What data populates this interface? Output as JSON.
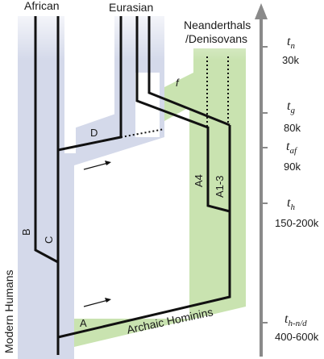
{
  "population_labels": {
    "african": "African",
    "eurasian": "Eurasian",
    "neanderthals_line1": "Neanderthals",
    "neanderthals_line2": "/Denisovans",
    "modern_humans": "Modern Humans",
    "archaic_hominins": "Archaic Hominins"
  },
  "branch_labels": {
    "a": "A",
    "b": "B",
    "c": "C",
    "d": "D",
    "f": "f",
    "a4": "A4",
    "a1_3": "A1-3"
  },
  "time_axis": [
    {
      "symbol": "t",
      "sub": "n",
      "value": "30k"
    },
    {
      "symbol": "t",
      "sub": "g",
      "value": "80k"
    },
    {
      "symbol": "t",
      "sub": "af",
      "value": "90k"
    },
    {
      "symbol": "t",
      "sub": "h",
      "value": "150-200k"
    },
    {
      "symbol": "t",
      "sub": "h-n/d",
      "value": "400-600k"
    }
  ],
  "colors": {
    "modern_band": "#d4d9ea",
    "archaic_band": "#c9e3b0",
    "line": "#111111",
    "axis": "#8a8a8a",
    "gap": "#ffffff"
  }
}
